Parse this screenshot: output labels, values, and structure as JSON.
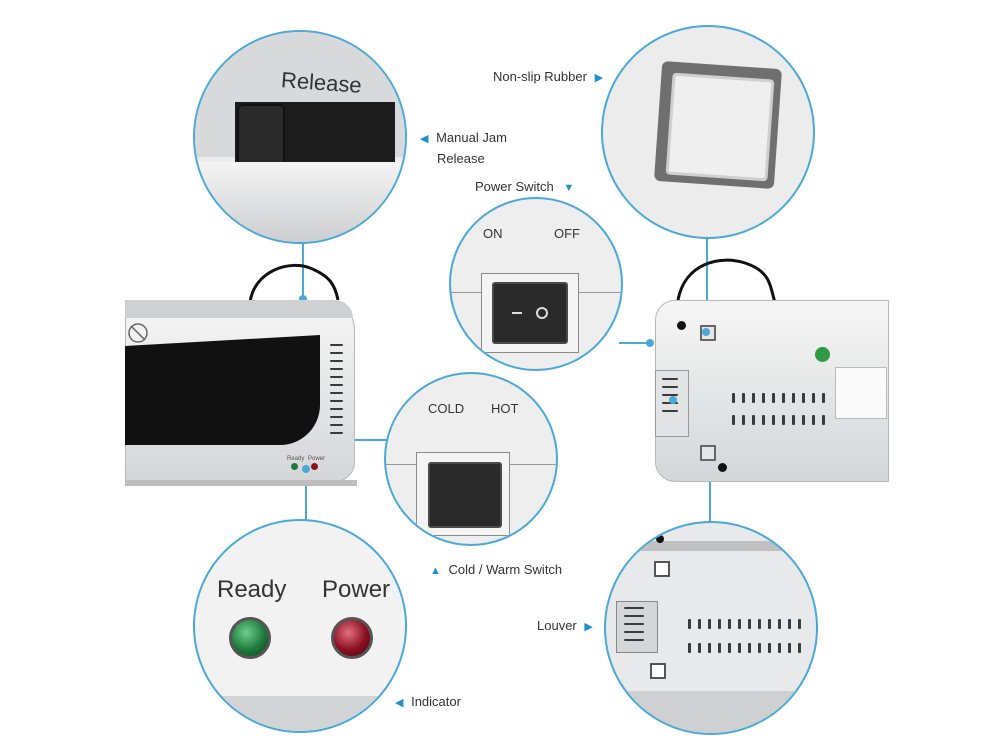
{
  "callouts": {
    "manual_jam_release": "Manual Jam Release",
    "manual_jam_release_line1": "Manual Jam",
    "manual_jam_release_line2": "Release",
    "non_slip_rubber": "Non-slip Rubber",
    "power_switch": "Power Switch",
    "cold_warm_switch": "Cold / Warm Switch",
    "louver": "Louver",
    "indicator": "Indicator"
  },
  "release_zoom": {
    "text": "Release"
  },
  "power_zoom": {
    "on": "ON",
    "off": "OFF"
  },
  "coldhot_zoom": {
    "cold": "COLD",
    "hot": "HOT"
  },
  "indicator_zoom": {
    "ready": "Ready",
    "power": "Power"
  },
  "front_machine": {
    "ready": "Ready",
    "power": "Power"
  },
  "colors": {
    "accent": "#4aa9d6",
    "arrow": "#1f8fd0",
    "ready_led": "#1e7a3c",
    "power_led": "#8a1020"
  },
  "icons": [
    "triangle-left-icon",
    "triangle-right-icon",
    "triangle-down-icon",
    "triangle-up-icon",
    "power-cord-icon",
    "rocker-switch-icon",
    "led-icon"
  ]
}
